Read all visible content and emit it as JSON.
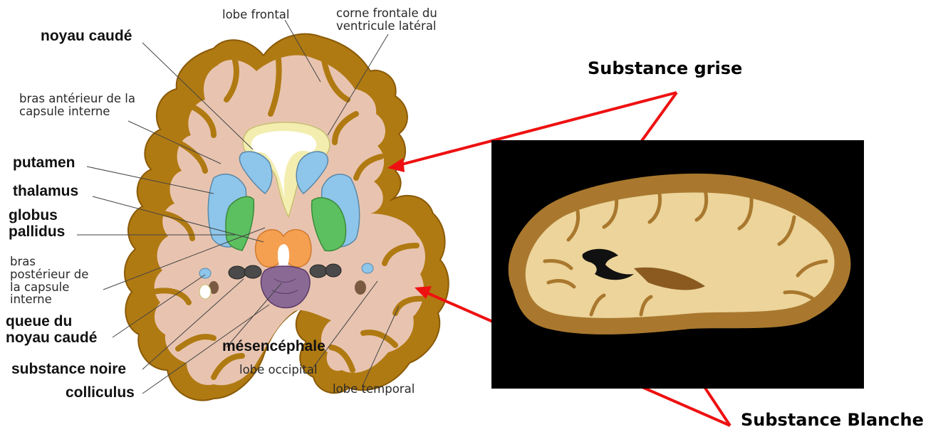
{
  "labels": {
    "lobe_frontal": "lobe frontal",
    "corne_line1": "corne frontale du",
    "corne_line2": "ventricule latéral",
    "noyau_caude": "noyau caudé",
    "bras_ant_line1": "bras antérieur de la",
    "bras_ant_line2": "capsule interne",
    "putamen": "putamen",
    "thalamus": "thalamus",
    "globus_line1": "globus",
    "globus_line2": "pallidus",
    "bras_post_line1": "bras",
    "bras_post_line2": "postérieur de",
    "bras_post_line3": "la capsule",
    "bras_post_line4": "interne",
    "queue_line1": "queue du",
    "queue_line2": "noyau caudé",
    "mesencephale": "mésencéphale",
    "substance_noire": "substance noire",
    "lobe_occipital": "lobe occipital",
    "lobe_temporal": "lobe temporal",
    "colliculus": "colliculus"
  },
  "callouts": {
    "substance_grise": "Substance grise",
    "substance_blanche": "Substance Blanche"
  },
  "colors": {
    "gray_matter": "#b07a12",
    "white_matter": "#e8c4b0",
    "caudate": "#8ec5ea",
    "putamen": "#8ec5ea",
    "globus_pallidus": "#5cc060",
    "thalamus": "#f5a050",
    "ventricle_fill": "#f3eeb0",
    "midbrain": "#8a6a94",
    "substantia_nigra": "#4a4a4a",
    "arrow": "#ee1111"
  }
}
